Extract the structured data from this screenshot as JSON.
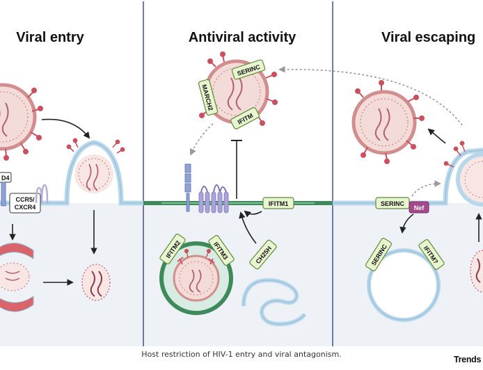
{
  "panels": {
    "entry": {
      "title": "Viral entry"
    },
    "antiviral": {
      "title": "Antiviral activity"
    },
    "escaping": {
      "title": "Viral escaping"
    }
  },
  "labels": {
    "cd4": "D4",
    "ccr5_line1": "CCR5/",
    "ccr5_line2": "CXCR4",
    "serinc_top": "SERINC",
    "march2": "MARCH2",
    "ifitm_top": "IFITM",
    "ifitm1": "IFITM1",
    "ifitm2": "IFITM2",
    "ifitm3": "IFITM3",
    "ch25h": "CH25H",
    "serinc_escape": "SERINC",
    "nef": "Nef",
    "serinc_vesicle": "SERINC",
    "ifitm_q": "IFITM?"
  },
  "caption": "Host restriction of HIV-1 entry and viral antagonism.",
  "brand": "Trends in Im",
  "colors": {
    "membrane": "#b9d7ea",
    "membrane_dark": "#8fb9d6",
    "cytoplasm": "#eef2f7",
    "green_membrane": "#3f8a5a",
    "virus_fill": "#f3dcd8",
    "virus_edge": "#d28e8e",
    "spike": "#c9505e",
    "label_fill": "#e9f5d0",
    "label_edge": "#5f8a3a",
    "receptor": "#a9a4d8",
    "divider": "#4a5a9a",
    "nef": "#a34a8a"
  }
}
